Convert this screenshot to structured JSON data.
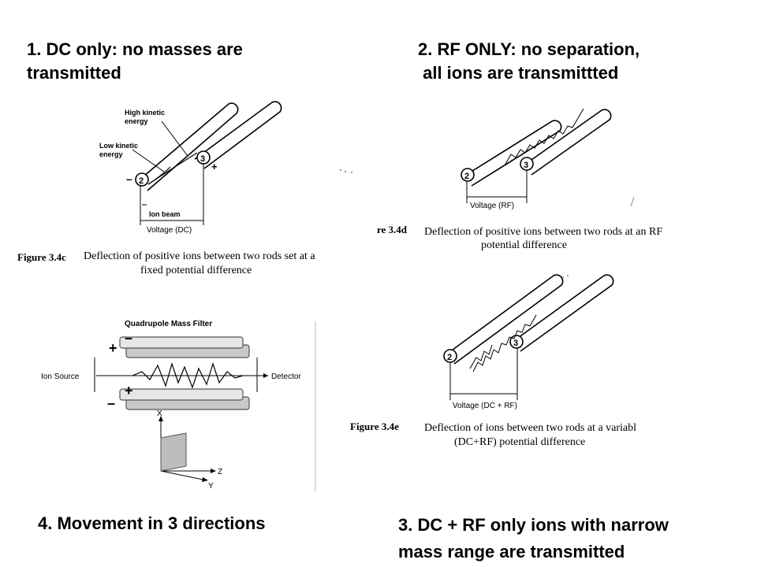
{
  "headings": {
    "dc_only": "1. DC only: no masses are\ntransmitted",
    "rf_only": "2. RF ONLY: no separation,\n all ions are transmittted",
    "movement": "4. Movement in 3 directions",
    "dc_rf": "3. DC + RF only ions with narrow\nmass range are transmitted"
  },
  "figure_dc": {
    "high_ke": "High kinetic",
    "high_ke2": "energy",
    "low_ke": "Low kinetic",
    "low_ke2": "energy",
    "rod_a": "2",
    "rod_b": "3",
    "minus": "–",
    "plus": "+",
    "ion_beam": "Ion beam",
    "voltage": "Voltage (DC)",
    "fig_label": "Figure 3.4c",
    "caption1": "Deflection of positive ions between two rods set at a",
    "caption2": "fixed potential difference"
  },
  "figure_rf": {
    "rod_a": "2",
    "rod_b": "3",
    "voltage": "Voltage (RF)",
    "fig_label": "re 3.4d",
    "caption1": "Deflection of positive ions between two rods at an RF",
    "caption2": "potential difference"
  },
  "figure_dcrf": {
    "rod_a": "2",
    "rod_b": "3",
    "voltage": "Voltage (DC + RF)",
    "fig_label": "Figure 3.4e",
    "caption1": "Deflection of ions between two rods at a variabl",
    "caption2": "(DC+RF) potential difference"
  },
  "figure_quad": {
    "title": "Quadrupole Mass Filter",
    "source": "Ion Source",
    "detector": "Detector",
    "plus": "+",
    "minus": "–",
    "axis_x": "X",
    "axis_y": "Y",
    "axis_z": "Z"
  }
}
